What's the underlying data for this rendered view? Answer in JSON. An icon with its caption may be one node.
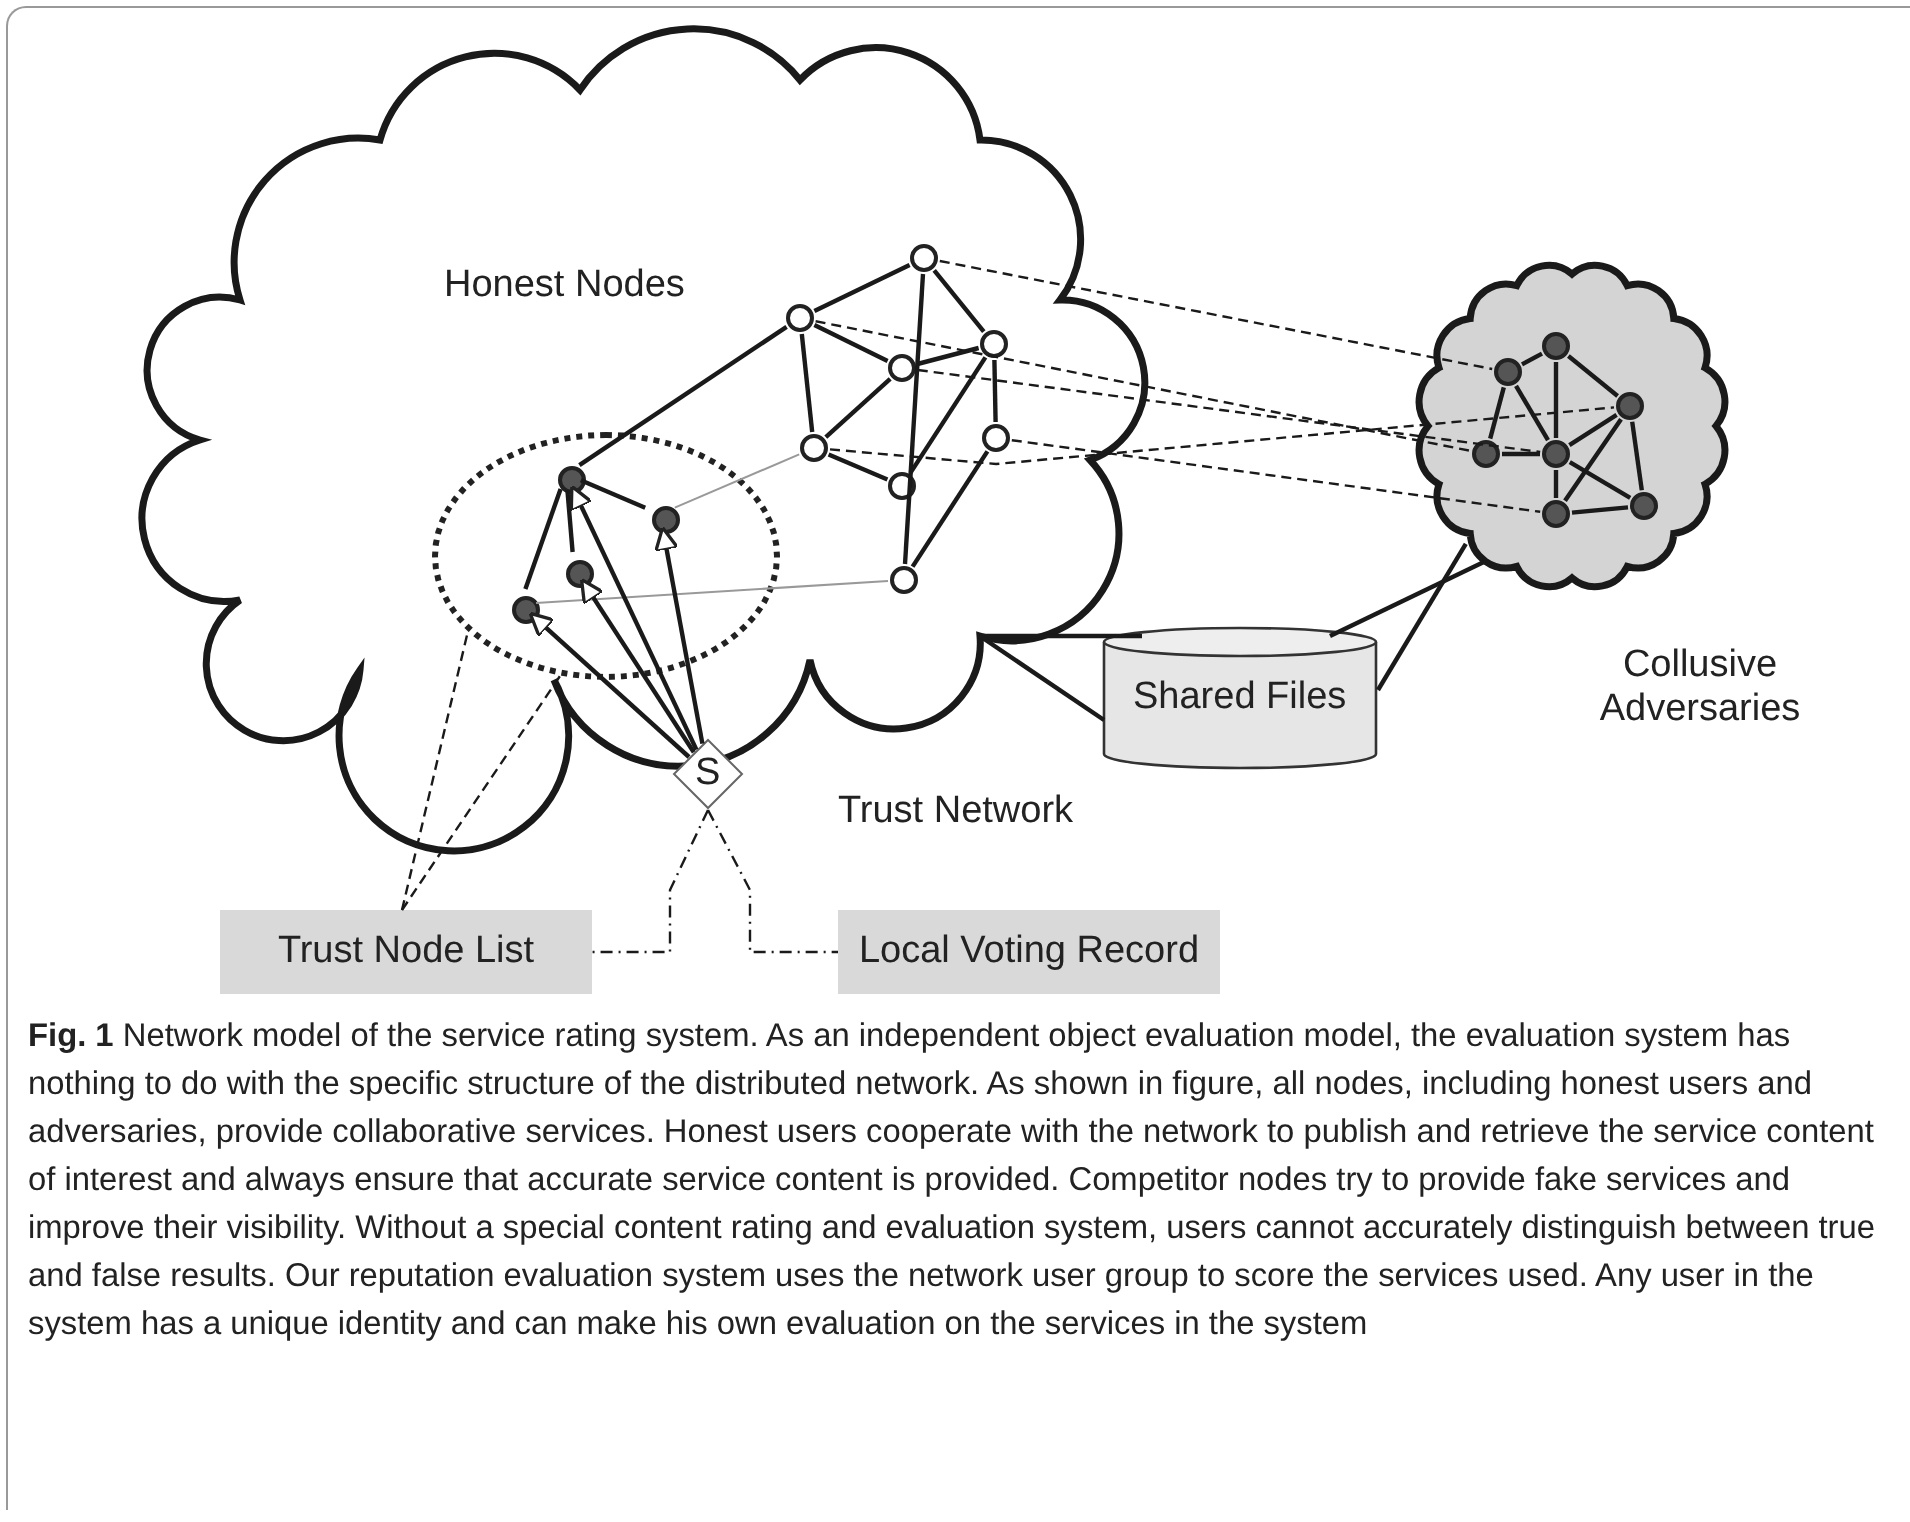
{
  "diagram": {
    "caption": "**Fig. 1** Network model of the service rating system. As an independent object evaluation model, the evaluation system has nothing to do with the specific structure of the distributed network. As shown in figure, all nodes, including honest users and adversaries, provide collaborative services. Honest users cooperate with the network to publish and retrieve the service content of interest and always ensure that accurate service content is provided. Competitor nodes try to provide fake services and improve their visibility. Without a special content rating and evaluation system, users cannot accurately distinguish between true and false results. Our reputation evaluation system uses the network user group to score the services used. Any user in the system has a unique identity and can make his own evaluation on the services in the system",
    "nodes": [
      {
        "text": [
          "Honest Nodes",
          "Trust Network"
        ]
      },
      {
        "text": [],
        "shape": "ellipse",
        "in": 0
      },
      {
        "text": [],
        "shape": "circle",
        "in": 1
      },
      {
        "text": [],
        "shape": "circle",
        "in": 1
      },
      {
        "text": [],
        "shape": "circle",
        "in": 1
      },
      {
        "text": [],
        "shape": "circle",
        "in": 1
      },
      {
        "text": [],
        "shape": "circle",
        "in": 0
      },
      {
        "text": [],
        "shape": "circle",
        "in": 0
      },
      {
        "text": [],
        "shape": "circle",
        "in": 0
      },
      {
        "text": [],
        "shape": "circle",
        "in": 0
      },
      {
        "text": [],
        "shape": "circle",
        "in": 0
      },
      {
        "text": [],
        "shape": "circle",
        "in": 0
      },
      {
        "text": [],
        "shape": "circle",
        "in": 0
      },
      {
        "text": [],
        "shape": "circle",
        "in": 0
      },
      {
        "text": [
          "S"
        ],
        "in": 0
      },
      {
        "text": [
          "Shared Files"
        ]
      },
      {
        "text": [
          "Collusive Adversaries"
        ]
      },
      {
        "text": [],
        "shape": "circle",
        "in": 16
      },
      {
        "text": [],
        "shape": "circle",
        "in": 16
      },
      {
        "text": [],
        "shape": "circle",
        "in": 16
      },
      {
        "text": [],
        "shape": "circle",
        "in": 16
      },
      {
        "text": [],
        "shape": "circle",
        "in": 16
      },
      {
        "text": [],
        "shape": "circle",
        "in": 16
      },
      {
        "text": [],
        "shape": "circle",
        "in": 16
      },
      {
        "text": [
          "Trust Node List"
        ]
      },
      {
        "text": [
          "Local Voting Record"
        ]
      }
    ],
    "edges": [
      {
        "from": 2,
        "to": 7,
        "arrow": "none"
      },
      {
        "from": 2,
        "to": 3,
        "arrow": "none"
      },
      {
        "from": 2,
        "to": 4,
        "arrow": "none"
      },
      {
        "from": 2,
        "to": 5,
        "arrow": "none"
      },
      {
        "from": 7,
        "to": 6,
        "arrow": "none"
      },
      {
        "from": 7,
        "to": 9,
        "arrow": "none"
      },
      {
        "from": 7,
        "to": 10,
        "arrow": "none"
      },
      {
        "from": 6,
        "to": 8,
        "arrow": "none"
      },
      {
        "from": 6,
        "to": 13,
        "arrow": "none"
      },
      {
        "from": 8,
        "to": 9,
        "arrow": "none"
      },
      {
        "from": 10,
        "to": 9,
        "arrow": "none"
      },
      {
        "from": 8,
        "to": 11,
        "arrow": "none"
      },
      {
        "from": 8,
        "to": 12,
        "arrow": "none"
      },
      {
        "from": 10,
        "to": 12,
        "arrow": "none"
      },
      {
        "from": 11,
        "to": 13,
        "arrow": "none"
      },
      {
        "from": 3,
        "to": 10,
        "arrow": "none",
        "color": "#999999"
      },
      {
        "from": 5,
        "to": 13,
        "arrow": "none",
        "color": "#999999"
      },
      {
        "from": 14,
        "to": 2,
        "arrow": "to"
      },
      {
        "from": 14,
        "to": 3,
        "arrow": "to"
      },
      {
        "from": 14,
        "to": 4,
        "arrow": "to"
      },
      {
        "from": 14,
        "to": 5,
        "arrow": "to"
      },
      {
        "from": 6,
        "to": 17,
        "arrow": "none",
        "style": "dashed"
      },
      {
        "from": 7,
        "to": 20,
        "arrow": "none",
        "style": "dashed"
      },
      {
        "from": 9,
        "to": 21,
        "arrow": "none",
        "style": "dashed"
      },
      {
        "from": 10,
        "to": 19,
        "arrow": "none",
        "style": "dashed"
      },
      {
        "from": 11,
        "to": 22,
        "arrow": "none",
        "style": "dashed"
      },
      {
        "from": 17,
        "to": 18,
        "arrow": "none"
      },
      {
        "from": 17,
        "to": 20,
        "arrow": "none"
      },
      {
        "from": 17,
        "to": 21,
        "arrow": "none"
      },
      {
        "from": 18,
        "to": 21,
        "arrow": "none"
      },
      {
        "from": 18,
        "to": 19,
        "arrow": "none"
      },
      {
        "from": 20,
        "to": 21,
        "arrow": "none"
      },
      {
        "from": 21,
        "to": 19,
        "arrow": "none"
      },
      {
        "from": 21,
        "to": 22,
        "arrow": "none"
      },
      {
        "from": 19,
        "to": 22,
        "arrow": "none"
      },
      {
        "from": 22,
        "to": 23,
        "arrow": "none"
      },
      {
        "from": 21,
        "to": 23,
        "arrow": "none"
      },
      {
        "from": 19,
        "to": 23,
        "arrow": "none"
      },
      {
        "from": 0,
        "to": 15,
        "arrow": "none"
      },
      {
        "from": 0,
        "to": 15,
        "arrow": "none"
      },
      {
        "from": 16,
        "to": 15,
        "arrow": "none"
      },
      {
        "from": 16,
        "to": 15,
        "arrow": "none"
      },
      {
        "from": 24,
        "to": 1,
        "arrow": "none",
        "style": "dashed"
      },
      {
        "from": 24,
        "to": 1,
        "arrow": "none",
        "style": "dashed"
      },
      {
        "from": 14,
        "to": 24,
        "arrow": "none",
        "style": "dashed"
      },
      {
        "from": 14,
        "to": 25,
        "arrow": "none",
        "style": "dashed"
      }
    ]
  }
}
